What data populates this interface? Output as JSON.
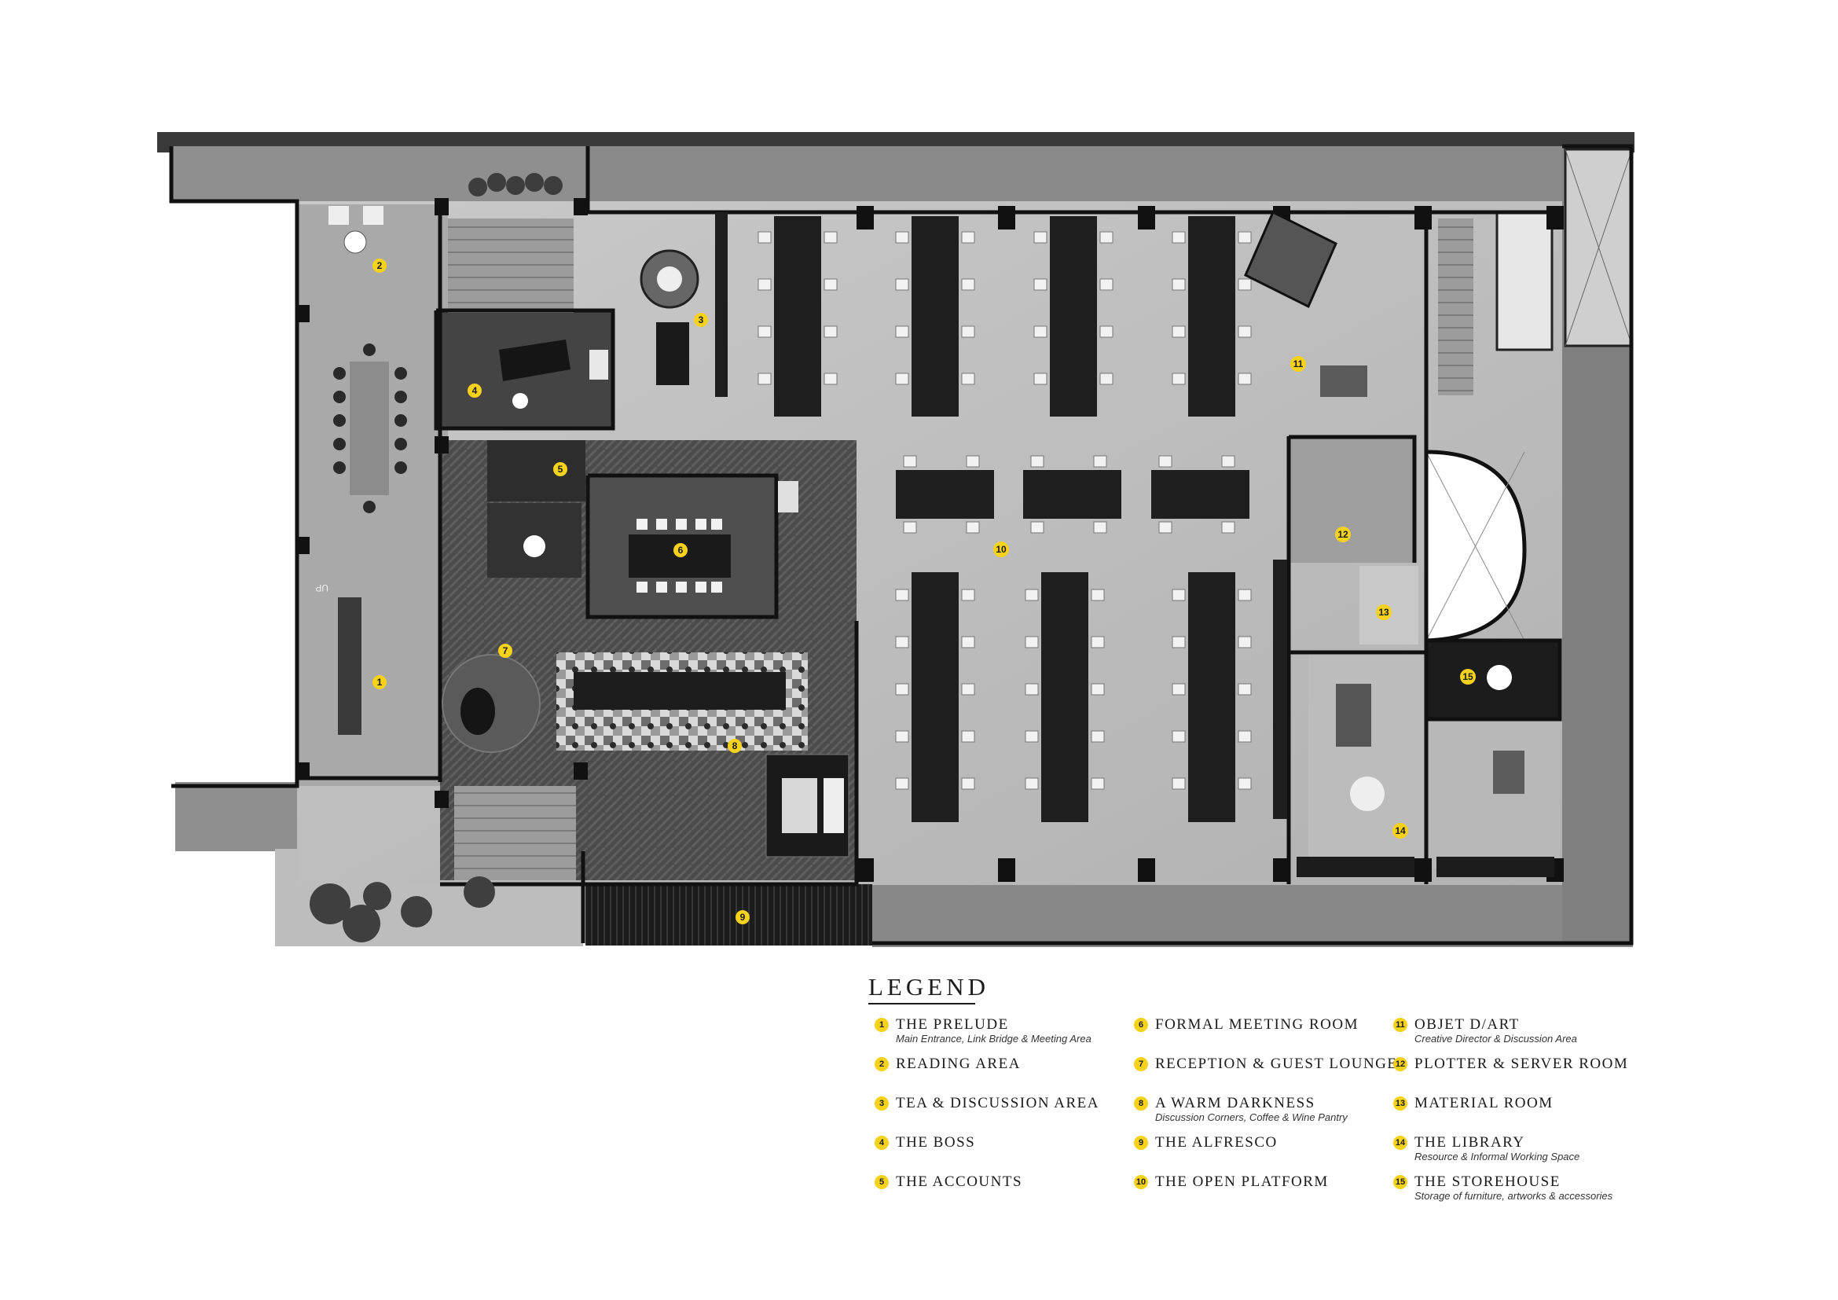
{
  "legend": {
    "title": "LEGEND",
    "items": [
      {
        "num": "1",
        "name": "THE PRELUDE",
        "sub": "Main Entrance, Link Bridge & Meeting Area"
      },
      {
        "num": "2",
        "name": "READING AREA",
        "sub": ""
      },
      {
        "num": "3",
        "name": "TEA & DISCUSSION AREA",
        "sub": ""
      },
      {
        "num": "4",
        "name": "THE BOSS",
        "sub": ""
      },
      {
        "num": "5",
        "name": "THE ACCOUNTS",
        "sub": ""
      },
      {
        "num": "6",
        "name": "FORMAL MEETING ROOM",
        "sub": ""
      },
      {
        "num": "7",
        "name": "RECEPTION & GUEST LOUNGE",
        "sub": ""
      },
      {
        "num": "8",
        "name": "A WARM DARKNESS",
        "sub": "Discussion Corners, Coffee & Wine Pantry"
      },
      {
        "num": "9",
        "name": "THE ALFRESCO",
        "sub": ""
      },
      {
        "num": "10",
        "name": "THE OPEN PLATFORM",
        "sub": ""
      },
      {
        "num": "11",
        "name": "OBJET D/ART",
        "sub": "Creative Director & Discussion Area"
      },
      {
        "num": "12",
        "name": "PLOTTER & SERVER ROOM",
        "sub": ""
      },
      {
        "num": "13",
        "name": "MATERIAL ROOM",
        "sub": ""
      },
      {
        "num": "14",
        "name": "THE LIBRARY",
        "sub": "Resource & Informal Working Space"
      },
      {
        "num": "15",
        "name": "THE STOREHOUSE",
        "sub": "Storage of furniture, artworks & accessories"
      }
    ]
  },
  "plan": {
    "stair_label": "UP",
    "badges": [
      "1",
      "2",
      "3",
      "4",
      "5",
      "6",
      "7",
      "8",
      "9",
      "10",
      "11",
      "12",
      "13",
      "14",
      "15"
    ]
  },
  "colors": {
    "badge": "#f7d21a",
    "wall": "#111111",
    "floor_light": "#bdbdbd",
    "floor_dark": "#4a4a4a",
    "desk": "#1e1e1e",
    "chair": "#f2f2f2",
    "outer_paving": "#8a8a8a"
  }
}
